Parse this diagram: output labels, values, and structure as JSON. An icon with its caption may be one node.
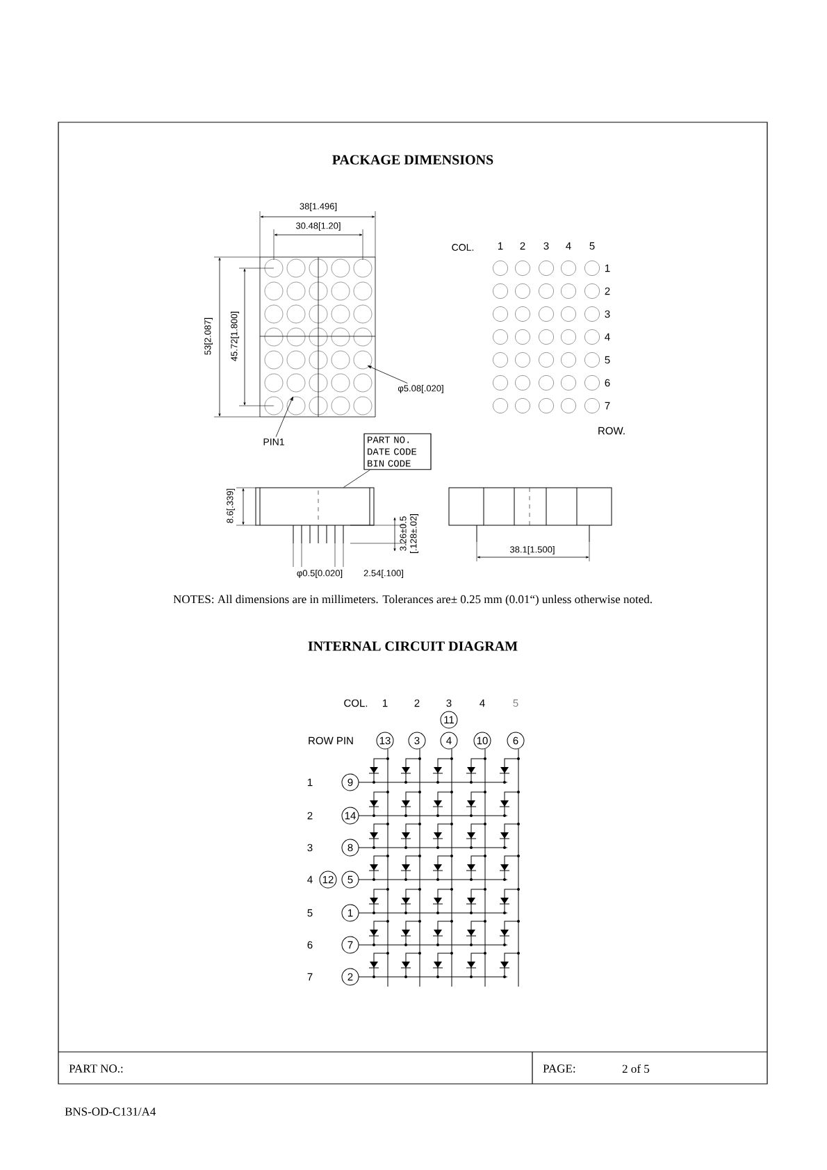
{
  "diagram": {
    "nodes": [
      {
        "text": [
          "φ5.08[.020]"
        ]
      },
      {
        "text": [
          "PIN1"
        ]
      },
      {
        "text": [
          "PART NO. DATE CODE BIN CODE"
        ]
      },
      {
        "text": [],
        "shape": "box"
      },
      {
        "text": [
          "11"
        ]
      },
      {
        "text": [
          "13"
        ]
      },
      {
        "text": [
          "3"
        ]
      },
      {
        "text": [
          "4"
        ]
      },
      {
        "text": [
          "10"
        ]
      },
      {
        "text": [
          "6"
        ]
      },
      {
        "text": [
          "9"
        ]
      },
      {
        "text": [
          "14"
        ]
      },
      {
        "text": [
          "8"
        ]
      },
      {
        "text": [
          "12"
        ]
      },
      {
        "text": [
          "5"
        ]
      },
      {
        "text": [
          "1"
        ]
      },
      {
        "text": [
          "7"
        ]
      },
      {
        "text": [
          "2"
        ]
      }
    ],
    "edges": [
      {
        "from": 0,
        "to": null,
        "arrow": "to"
      },
      {
        "from": 1,
        "to": null,
        "arrow": "to"
      },
      {
        "from": 2,
        "to": 3,
        "arrow": "none"
      }
    ],
    "labels": [
      "PACKAGE DIMENSIONS",
      "38[1.496]",
      "30.48[1.20]",
      "53[2.087]",
      "45.72[1.800]",
      "COL.",
      "1",
      "2",
      "3",
      "4",
      "5",
      "1",
      "2",
      "3",
      "4",
      "5",
      "6",
      "7",
      "ROW.",
      "8.6[.339]",
      "3.26±0.5",
      "[.128±.02]",
      "φ0.5[0.020]",
      "2.54[.100]",
      "38.1[1.500]",
      "NOTES: All dimensions are in millimeters. Tolerances are± 0.25 mm (0.01“) unless otherwise noted.",
      "INTERNAL CIRCUIT DIAGRAM",
      "COL.",
      "1",
      "2",
      "3",
      "4",
      "5",
      "ROW PIN",
      "1",
      "2",
      "3",
      "4",
      "5",
      "6",
      "7",
      "PART NO.:",
      "PAGE:",
      "2 of 5",
      "BNS-OD-C131/A4"
    ]
  }
}
